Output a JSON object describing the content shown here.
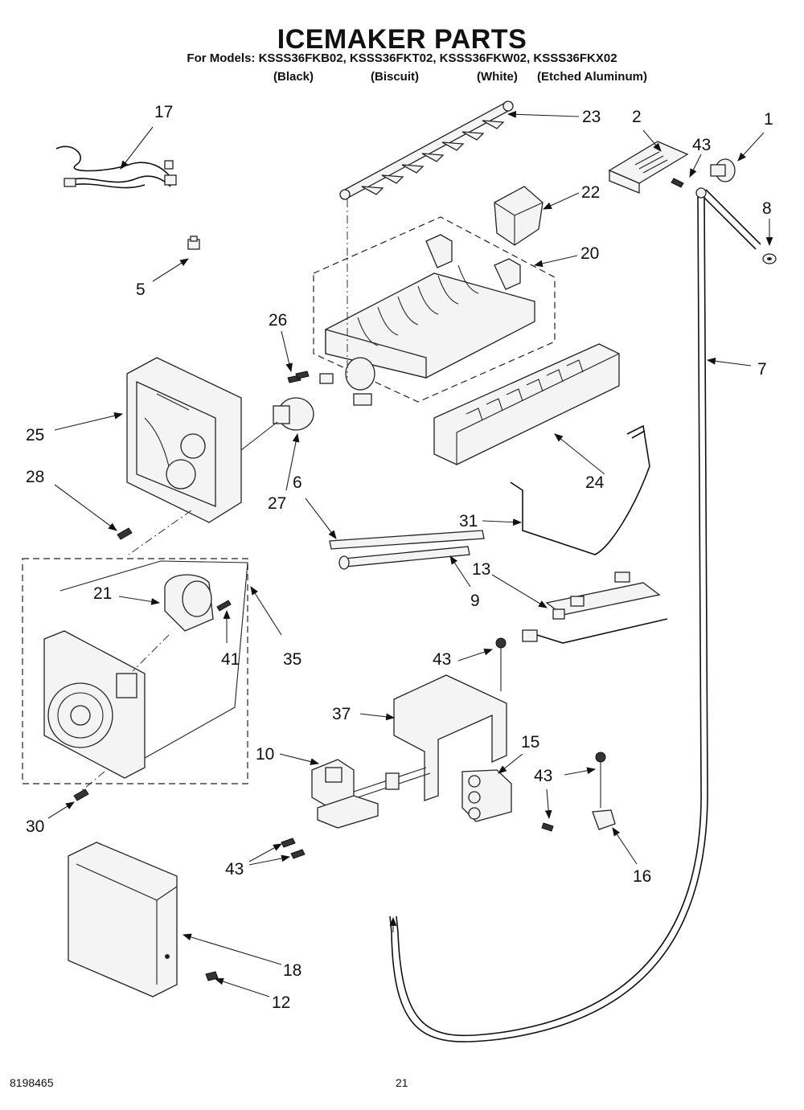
{
  "title": "ICEMAKER PARTS",
  "models_line": "For Models: KSSS36FKB02, KSSS36FKT02, KSSS36FKW02, KSSS36FKX02",
  "colors": [
    "(Black)",
    "(Biscuit)",
    "(White)",
    "(Etched Aluminum)"
  ],
  "part_numbers": [
    "17",
    "23",
    "2",
    "1",
    "43",
    "22",
    "8",
    "20",
    "5",
    "26",
    "7",
    "25",
    "6",
    "24",
    "28",
    "27",
    "31",
    "13",
    "21",
    "9",
    "35",
    "41",
    "43",
    "37",
    "15",
    "10",
    "43",
    "30",
    "43",
    "16",
    "18",
    "12"
  ],
  "footer": {
    "doc_number": "8198465",
    "page": "21"
  }
}
